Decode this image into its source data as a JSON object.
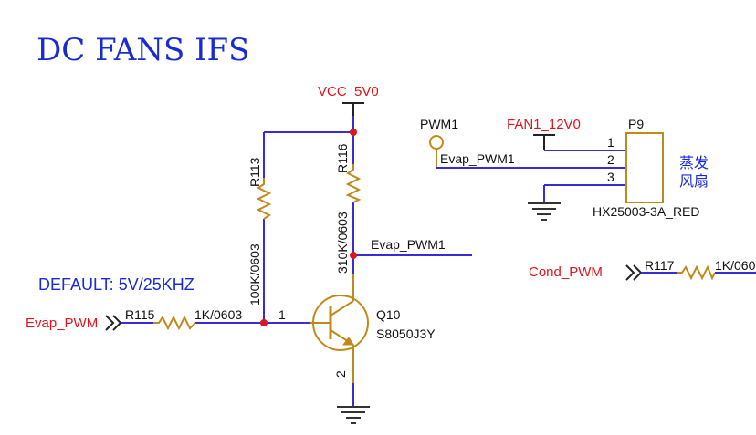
{
  "title": "DC FANS IFS",
  "default_note": "DEFAULT: 5V/25KHZ",
  "power": {
    "vcc": "VCC_5V0",
    "fan_supply": "FAN1_12V0"
  },
  "nets": {
    "evap_pwm_in": "Evap_PWM",
    "evap_pwm1_out": "Evap_PWM1",
    "evap_pwm1_conn": "Evap_PWM1",
    "cond_pwm": "Cond_PWM"
  },
  "components": {
    "r115": {
      "ref": "R115",
      "value": "1K/0603"
    },
    "r113": {
      "ref": "R113",
      "value": "100K/0603"
    },
    "r116": {
      "ref": "R116",
      "value": "310K/0603"
    },
    "r117": {
      "ref": "R117",
      "value": "1K/060"
    },
    "q10": {
      "ref": "Q10",
      "value": "S8050J3Y",
      "pin_base": "1",
      "pin_emitter": "2"
    },
    "p9": {
      "ref": "P9",
      "value": "HX25003-3A_RED",
      "pins": [
        "1",
        "2",
        "3"
      ]
    }
  },
  "testpoint": "PWM1",
  "fan_label": {
    "line1": "蒸发",
    "line2": "风扇"
  },
  "colors": {
    "wire": "#3a2bd6",
    "component": "#c08a1a",
    "junction": "#e0141c",
    "net_label": "#e0141c",
    "text_blue": "#1a2bd6"
  }
}
